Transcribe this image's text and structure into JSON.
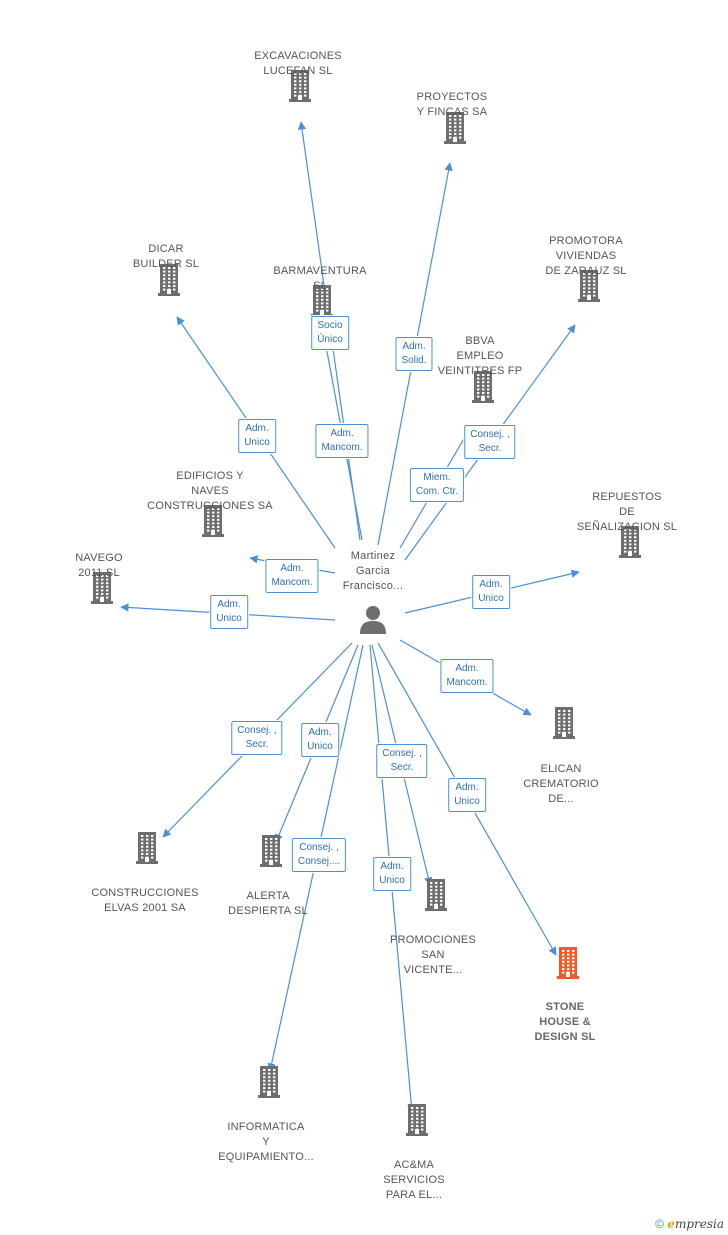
{
  "center": {
    "label": "Martinez\nGarcia\nFrancisco..."
  },
  "colors": {
    "edge": "#4a90d9",
    "building": "#6e6e6e",
    "highlight": "#f05a28"
  },
  "nodes": [
    {
      "id": "excavaciones",
      "label": "EXCAVACIONES\nLUCEFAN  SL"
    },
    {
      "id": "proyectos",
      "label": "PROYECTOS\nY FINCAS SA"
    },
    {
      "id": "dicar",
      "label": "DICAR\nBUILDER SL"
    },
    {
      "id": "barmaventura",
      "label": "BARMAVENTURA\nSL"
    },
    {
      "id": "promotora",
      "label": "PROMOTORA\nVIVIENDAS\nDE ZARAUZ SL"
    },
    {
      "id": "bbva",
      "label": "BBVA\nEMPLEO\nVEINTITRES FP"
    },
    {
      "id": "edificios",
      "label": "EDIFICIOS Y\nNAVES\nCONSTRUCCIONES SA"
    },
    {
      "id": "repuestos",
      "label": "REPUESTOS\nDE\nSEÑALIZACION SL"
    },
    {
      "id": "navego",
      "label": "NAVEGO\n2011 SL"
    },
    {
      "id": "elican",
      "label": "ELICAN\nCREMATORIO\nDE..."
    },
    {
      "id": "construcciones",
      "label": "CONSTRUCCIONES\nELVAS 2001 SA"
    },
    {
      "id": "alerta",
      "label": "ALERTA\nDESPIERTA SL"
    },
    {
      "id": "promociones",
      "label": "PROMOCIONES\nSAN\nVICENTE..."
    },
    {
      "id": "stone",
      "label": "STONE\nHOUSE &\nDESIGN SL",
      "highlight": true
    },
    {
      "id": "informatica",
      "label": "INFORMATICA\nY\nEQUIPAMIENTO..."
    },
    {
      "id": "acma",
      "label": "AC&MA\nSERVICIOS\nPARA EL..."
    }
  ],
  "edges": [
    {
      "to": "excavaciones",
      "label": "Adm.\nMancom."
    },
    {
      "to": "barmaventura",
      "label": "Socio\nÚnico"
    },
    {
      "to": "proyectos",
      "label": "Adm.\nSolid."
    },
    {
      "to": "dicar",
      "label": "Adm.\nUnico"
    },
    {
      "to": "promotora",
      "label": "Consej. ,\nSecr."
    },
    {
      "to": "bbva",
      "label": "Miem.\nCom. Ctr."
    },
    {
      "to": "edificios",
      "label": "Adm.\nMancom."
    },
    {
      "to": "navego",
      "label": "Adm.\nUnico"
    },
    {
      "to": "repuestos",
      "label": "Adm.\nUnico"
    },
    {
      "to": "elican",
      "label": "Adm.\nMancom."
    },
    {
      "to": "construcciones",
      "label": "Consej. ,\nSecr."
    },
    {
      "to": "alerta",
      "label": "Adm.\nUnico"
    },
    {
      "to": "informatica",
      "label": "Consej. ,\nConsej...."
    },
    {
      "to": "promociones",
      "label": "Consej. ,\nSecr."
    },
    {
      "to": "acma",
      "label": "Adm.\nUnico"
    },
    {
      "to": "stone",
      "label": "Adm.\nUnico"
    }
  ],
  "footer": {
    "copyright": "©",
    "brand_e": "e",
    "brand_rest": "mpresia"
  }
}
